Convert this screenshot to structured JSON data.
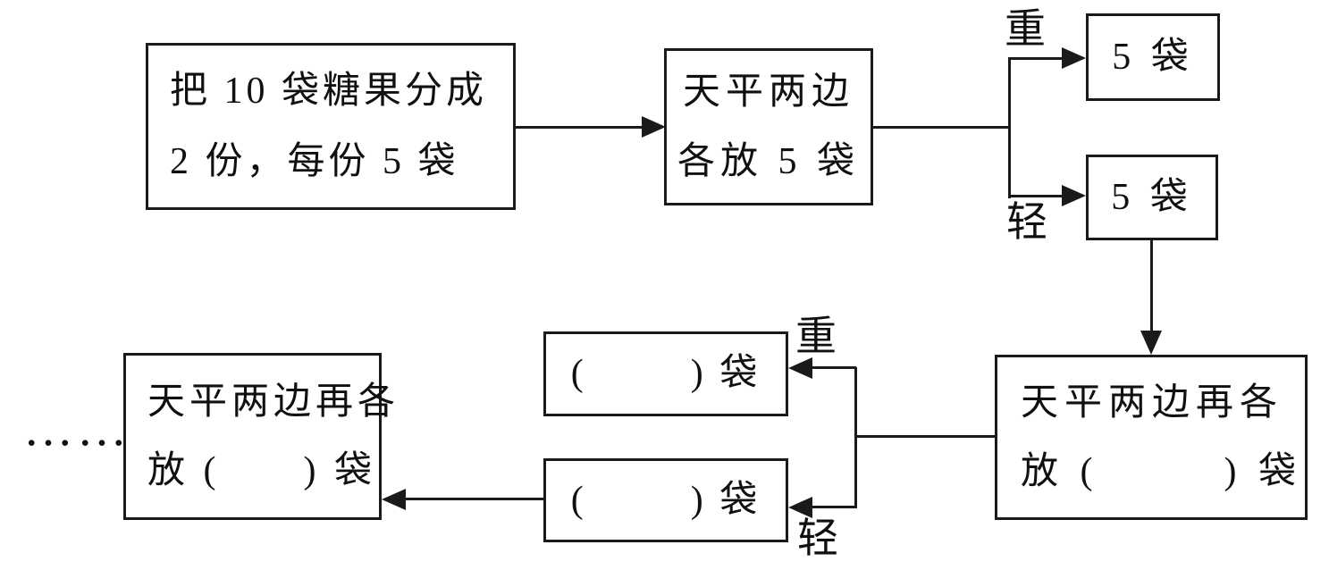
{
  "diagram": {
    "title_hint": "balance-scale candy-bags flowchart",
    "line_color": "#1a1a1a",
    "background": "#ffffff"
  },
  "boxes": {
    "divide": {
      "lines": [
        "把 10 袋糖果分成",
        "2 份，每份 5 袋"
      ]
    },
    "balance1": {
      "lines": [
        "天平两边",
        "各放 5 袋"
      ]
    },
    "heavy5": {
      "label": "5 袋"
    },
    "light5": {
      "label": "5 袋"
    },
    "balance2": {
      "lines": [
        "天平两边再各",
        "放 (        ) 袋"
      ]
    },
    "unknownHeavy": {
      "label": "(        ) 袋"
    },
    "unknownLight": {
      "label": "(        ) 袋"
    },
    "balance3": {
      "lines": [
        "天平两边再各",
        "放 (      ) 袋"
      ]
    }
  },
  "labels": {
    "branch1_heavy": "重",
    "branch1_light": "轻",
    "branch2_heavy": "重",
    "branch2_light": "轻",
    "ellipsis": "……"
  }
}
